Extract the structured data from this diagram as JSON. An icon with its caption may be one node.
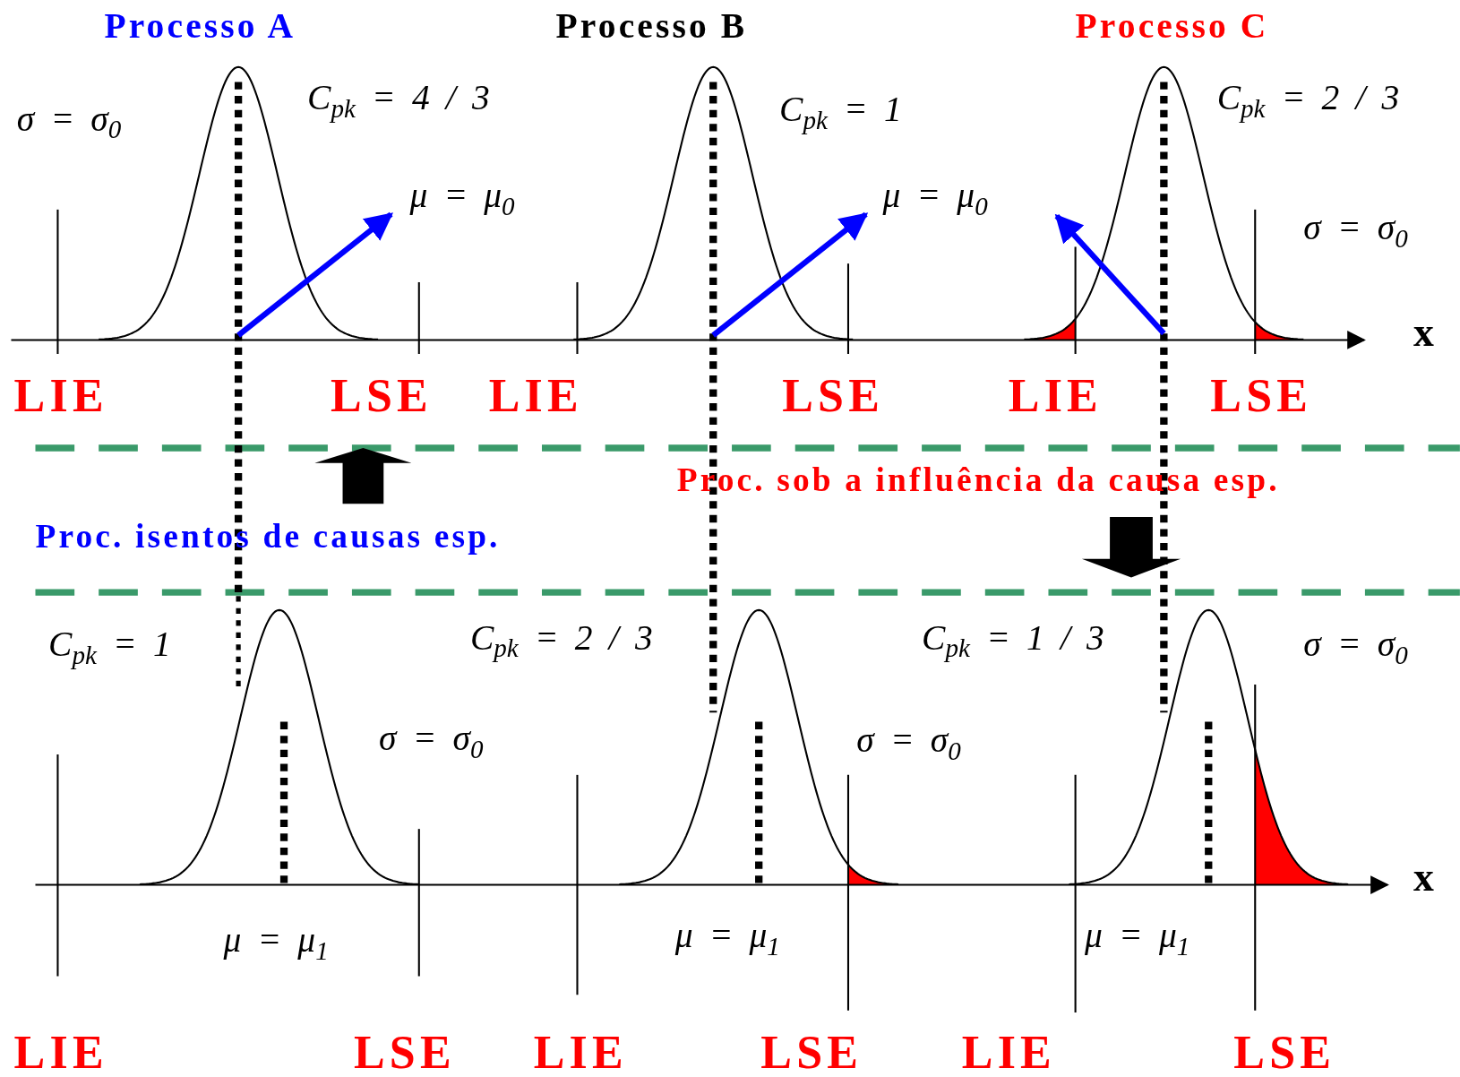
{
  "diagram": {
    "labels": [
      "Processo A",
      "Processo B",
      "Processo C",
      "σ = σ$_{0}$",
      "C$_{pk}$ = 4 / 3",
      "μ = μ$_{0}$",
      "C$_{pk}$ = 1",
      "μ = μ$_{0}$",
      "C$_{pk}$ = 2 / 3",
      "σ = σ$_{0}$",
      "x",
      "LIE",
      "LSE",
      "LIE",
      "LSE",
      "LIE",
      "LSE",
      "Proc. sob a influência da causa esp.",
      "Proc. isentos de causas esp.",
      "C$_{pk}$ = 1",
      "C$_{pk}$ = 2 / 3",
      "C$_{pk}$ = 1 / 3",
      "σ = σ$_{0}$",
      "σ = σ$_{0}$",
      "σ = σ$_{0}$",
      "x",
      "μ = μ$_{1}$",
      "μ = μ$_{1}$",
      "μ = μ$_{1}$",
      "LIE",
      "LSE",
      "LIE",
      "LSE",
      "LIE",
      "LSE"
    ]
  }
}
